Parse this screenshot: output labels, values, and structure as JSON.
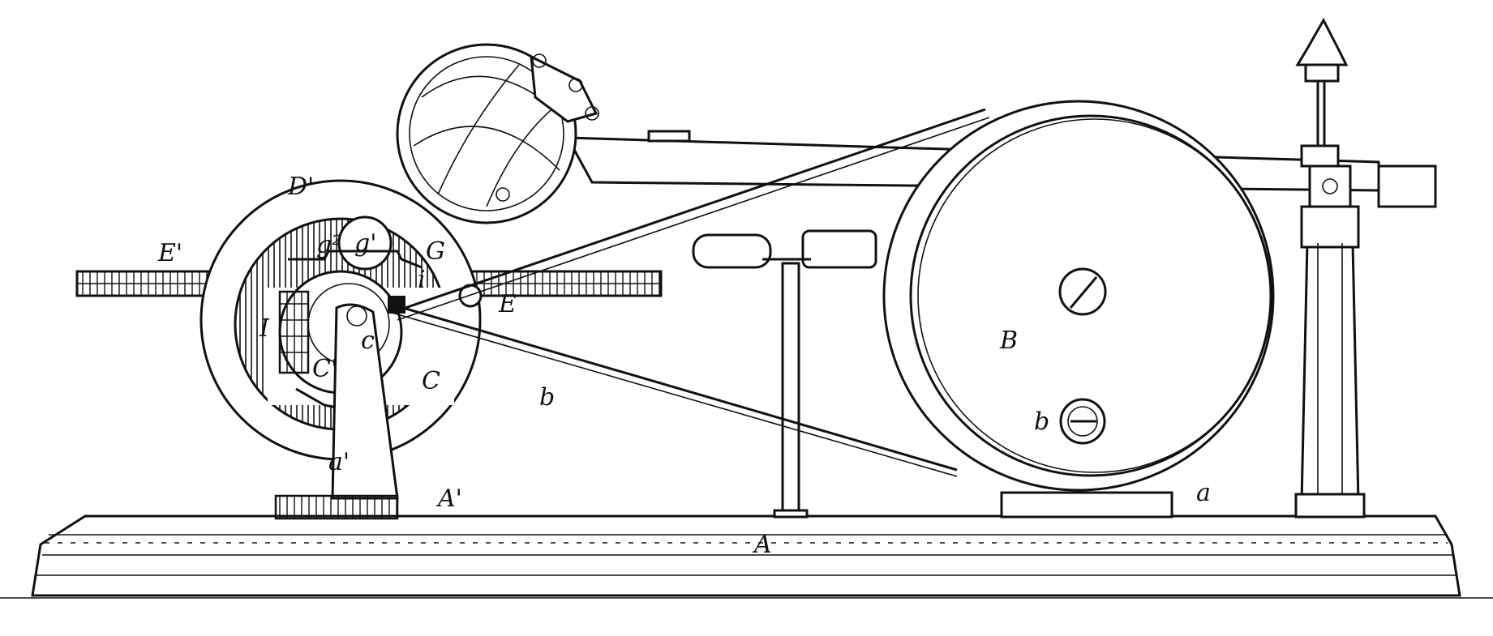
{
  "figure": {
    "type": "patent-drawing",
    "labels": {
      "D_prime": "D'",
      "g_prime": "g'",
      "g2": "g²",
      "G": "G",
      "E_prime": "E'",
      "i": "i",
      "I": "I",
      "c": "c",
      "C_prime": "C'",
      "C": "C",
      "E": "E",
      "B": "B",
      "belt_b": "b",
      "b": "b",
      "a_prime": "a'",
      "A_prime": "A'",
      "a": "a",
      "A": "A"
    }
  }
}
